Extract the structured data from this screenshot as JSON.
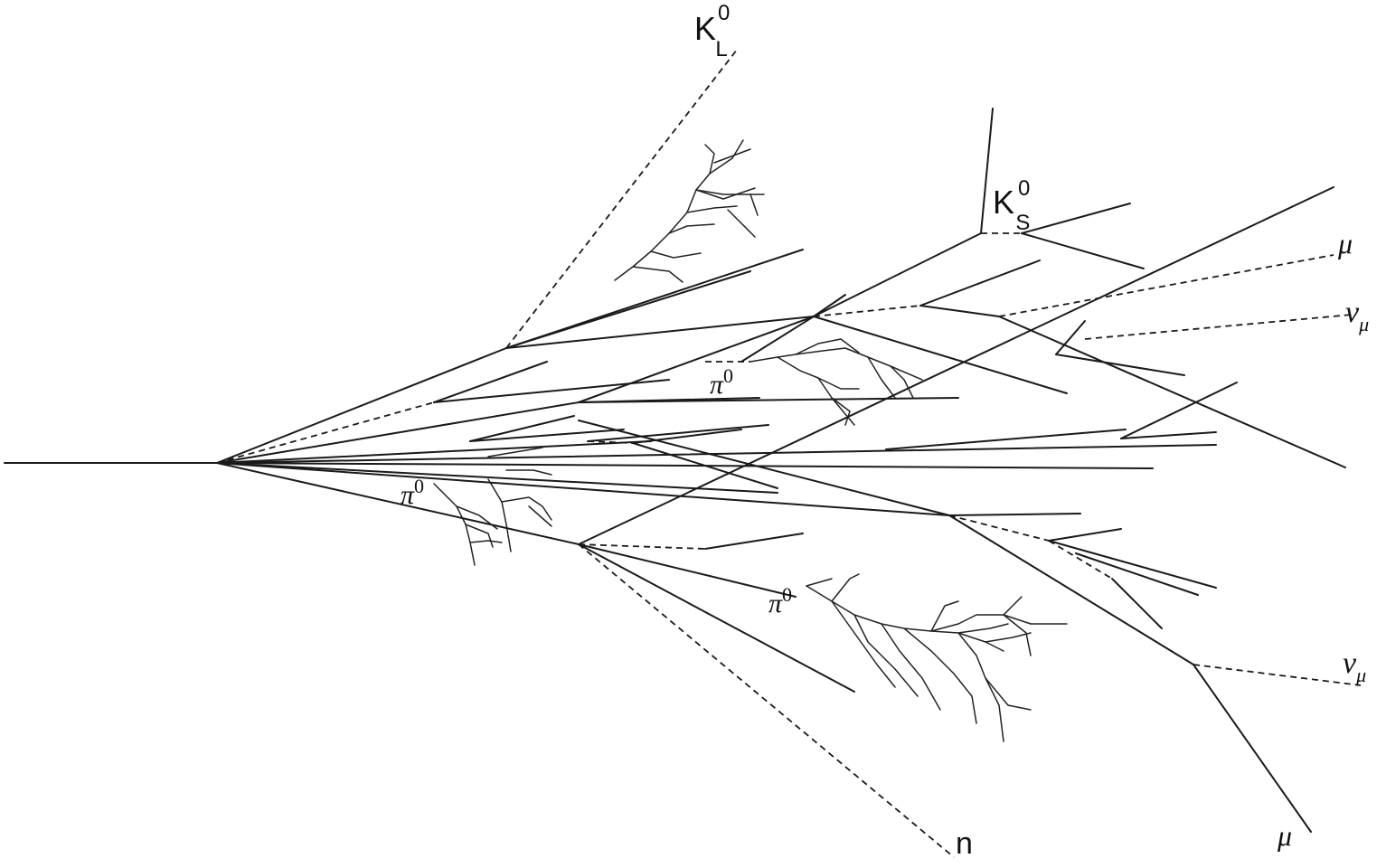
{
  "particles": {
    "kaon_long": {
      "symbol": "K",
      "sup": "0",
      "sub": "L"
    },
    "kaon_short": {
      "symbol": "K",
      "sup": "0",
      "sub": "S"
    },
    "pion_a": {
      "symbol": "π",
      "sup": "0"
    },
    "pion_b": {
      "symbol": "π",
      "sup": "0"
    },
    "pion_c": {
      "symbol": "π",
      "sup": "0"
    },
    "muon_upper": {
      "symbol": "μ"
    },
    "muon_neutrino_upper": {
      "symbol": "ν",
      "sub": "μ"
    },
    "muon_neutrino_lower": {
      "symbol": "ν",
      "sub": "μ"
    },
    "muon_lower": {
      "symbol": "μ"
    },
    "neutron": {
      "symbol": "n"
    }
  }
}
